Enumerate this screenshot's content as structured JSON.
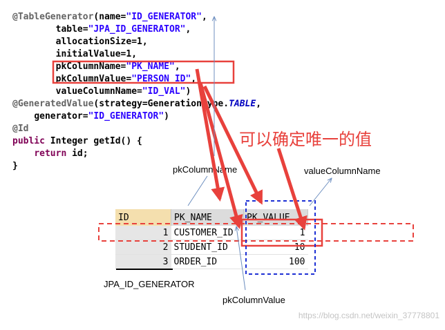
{
  "code": {
    "l1": {
      "ann": "@TableGenerator",
      "open": "(name=",
      "val": "\"ID_GENERATOR\"",
      "end": ","
    },
    "l2": {
      "key": "table=",
      "val": "\"JPA_ID_GENERATOR\"",
      "end": ","
    },
    "l3": {
      "text": "allocationSize=1,"
    },
    "l4": {
      "text": "initialValue=1,"
    },
    "l5": {
      "key": "pkColumnName=",
      "val": "\"PK_NAME\"",
      "end": ","
    },
    "l6": {
      "key": "pkColumnValue=",
      "val": "\"PERSON_ID\"",
      "end": ","
    },
    "l7": {
      "key": "valueColumnName=",
      "val": "\"ID_VAL\"",
      "end": ")"
    },
    "l8": {
      "ann": "@GeneratedValue",
      "open": "(strategy=GenerationType.",
      "enum": "TABLE",
      "end": ","
    },
    "l9": {
      "key": "generator=",
      "val": "\"ID_GENERATOR\"",
      "end": ")"
    },
    "l10": {
      "ann": "@Id"
    },
    "l11": {
      "kw": "public",
      "rest": " Integer getId() {"
    },
    "l12": {
      "kw": "return",
      "rest": " id;"
    },
    "l13": {
      "text": "}"
    }
  },
  "annotation_cn": "可以确定唯一的值",
  "labels": {
    "pk_column_name": "pkColumnName",
    "value_column_name": "valueColumnName",
    "pk_column_value": "pkColumnValue",
    "table_name": "JPA_ID_GENERATOR"
  },
  "table": {
    "headers": [
      "ID",
      "PK_NAME",
      "PK_VALUE"
    ],
    "rows": [
      {
        "id": "1",
        "pk_name": "CUSTOMER_ID",
        "pk_value": "1"
      },
      {
        "id": "2",
        "pk_name": "STUDENT_ID",
        "pk_value": "10"
      },
      {
        "id": "3",
        "pk_name": "ORDER_ID",
        "pk_value": "100"
      }
    ]
  },
  "watermark": "https://blog.csdn.net/weixin_37778801",
  "colors": {
    "red": "#e8413c",
    "blue_border": "#1c2fd4",
    "arrow_blue": "#6c8ebf"
  }
}
